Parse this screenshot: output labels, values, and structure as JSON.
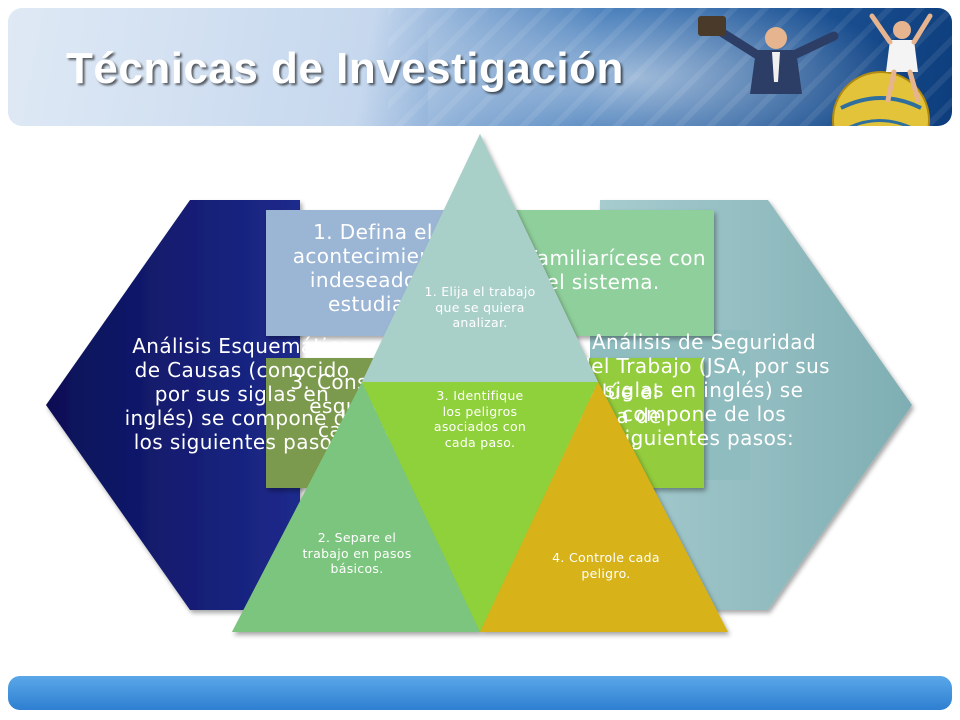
{
  "slide": {
    "title": "Técnicas de Investigación"
  },
  "diagram": {
    "left_arrow_text": "Análisis Esquemático de Causas (conocido por sus siglas en inglés) se compone de los siguientes pasos:",
    "right_arrow_text": "Análisis de Seguridad del Trabajo (JSA, por sus siglas en inglés) se compone de los siguientes pasos:",
    "box_1": "1. Defina el acontecimiento indeseado a estudiar.",
    "box_2": "2. Familiarícese con el sistema.",
    "box_3": "3. Construya un esquema de causas del sistema.",
    "box_4": "4. Evalúe el esquema de causas.",
    "triangle_1": "1. Elija el trabajo que se quiera analizar.",
    "triangle_2": "2. Separe el trabajo en pasos básicos.",
    "triangle_3": "3. Identifique los peligros asociados con cada paso.",
    "triangle_4": "4. Controle cada peligro."
  },
  "colors": {
    "left_arrow": "#141a6e",
    "right_arrow": "#86b4b8",
    "box_1": "#9bb5d4",
    "box_2": "#8fcf9b",
    "box_3": "#7c9a4d",
    "box_4": "#93cc3e",
    "triangle_top": "#a9cfc9",
    "triangle_left": "#7cc57e",
    "triangle_middle": "#8fd13a",
    "triangle_right": "#d7b219",
    "header_dark": "#0d3d7c",
    "footer": "#2e7fd1"
  }
}
